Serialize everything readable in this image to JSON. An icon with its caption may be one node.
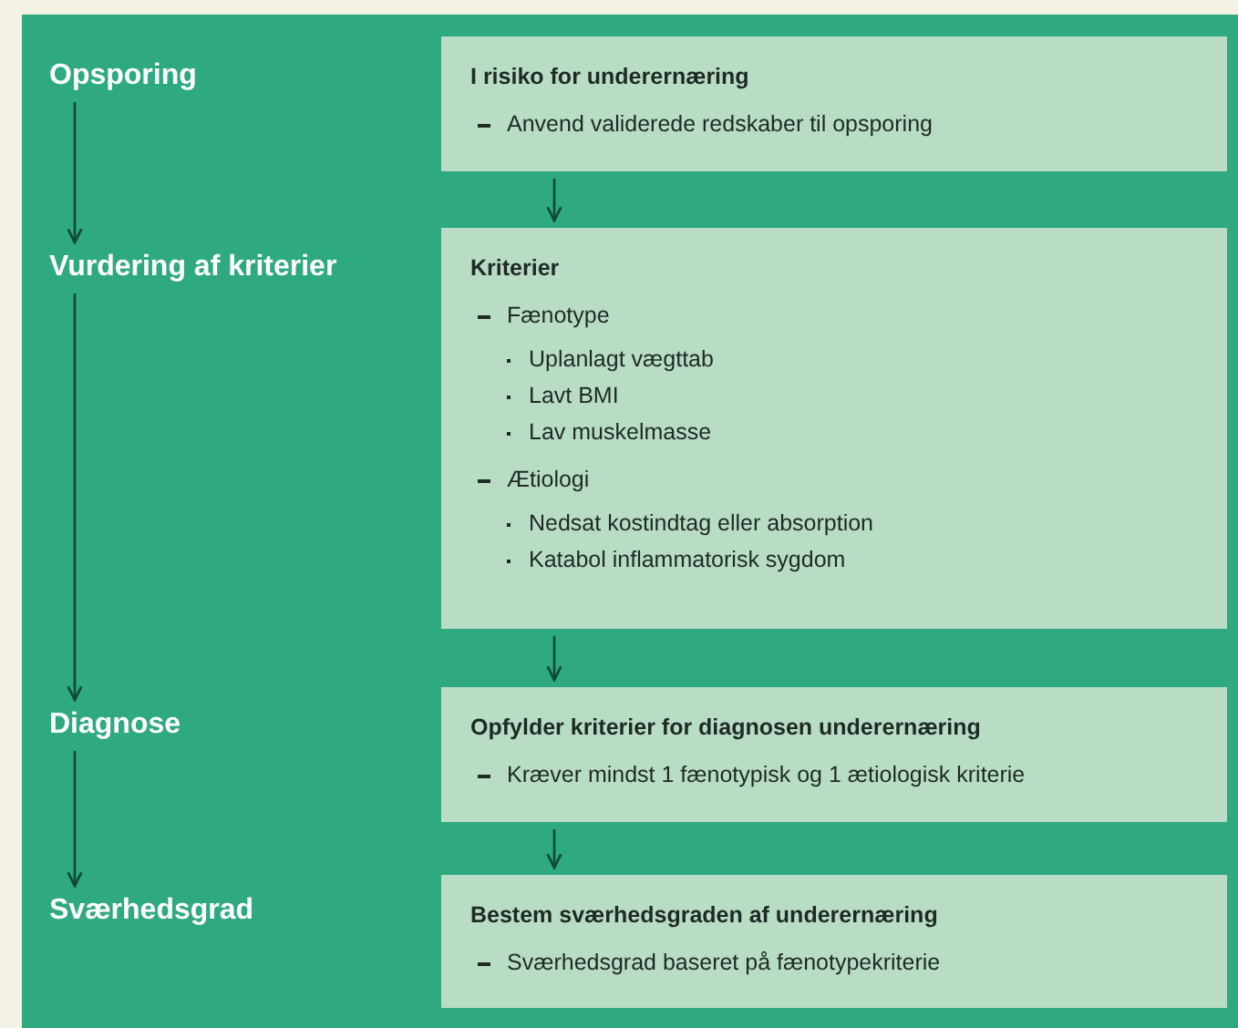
{
  "diagram": {
    "nodes": [
      {
        "text": [
          "Opsporing"
        ]
      },
      {
        "text": [
          "I risiko for underernæring",
          "Anvend validerede redskaber til opsporing"
        ]
      },
      {
        "text": [
          "Vurdering af kriterier"
        ]
      },
      {
        "text": [
          "Kriterier",
          "Fænotype",
          "Uplanlagt vægttab",
          "Lavt BMI",
          "Lav muskelmasse",
          "Ætiologi",
          "Nedsat kostindtag eller absorption",
          "Katabol inflammatorisk sygdom"
        ]
      },
      {
        "text": [
          "Diagnose"
        ]
      },
      {
        "text": [
          "Opfylder kriterier for diagnosen underernæring",
          "Kræver mindst 1 fænotypisk og 1 ætiologisk kriterie"
        ]
      },
      {
        "text": [
          "Sværhedsgrad"
        ]
      },
      {
        "text": [
          "Bestem sværhedsgraden af underernæring",
          "Sværhedsgrad baseret på fænotypekriterie"
        ]
      }
    ],
    "edges": [
      {
        "from": 0,
        "to": 2,
        "arrow": "to"
      },
      {
        "from": 2,
        "to": 4,
        "arrow": "to"
      },
      {
        "from": 4,
        "to": 6,
        "arrow": "to"
      },
      {
        "from": 1,
        "to": 3,
        "arrow": "to"
      },
      {
        "from": 3,
        "to": 5,
        "arrow": "to"
      },
      {
        "from": 5,
        "to": 7,
        "arrow": "to"
      }
    ]
  }
}
